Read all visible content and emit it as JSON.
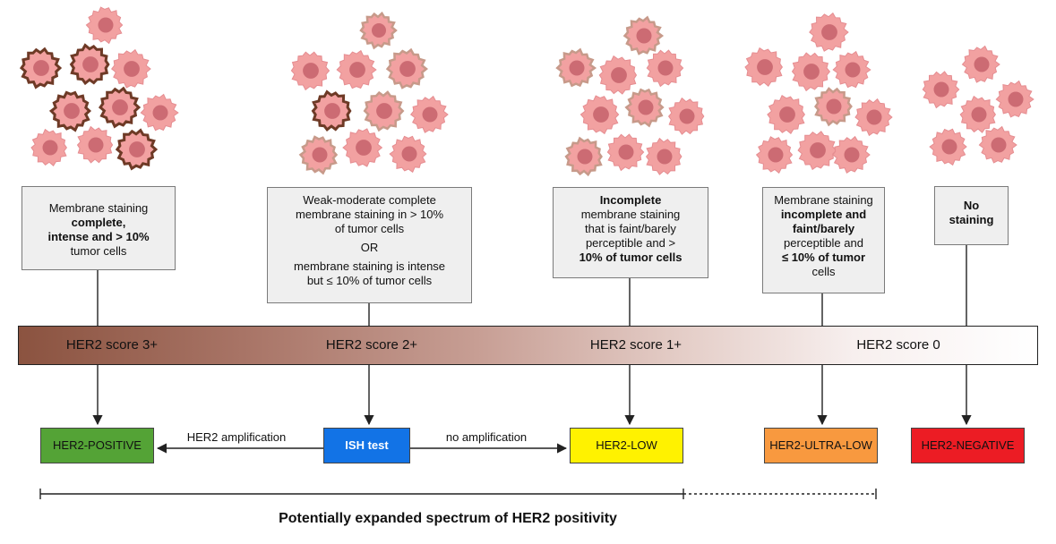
{
  "descriptions": {
    "score3": [
      "Membrane staining",
      "complete,",
      "intense and > 10%",
      "tumor cells"
    ],
    "score2": [
      "Weak-moderate complete",
      "membrane staining in > 10%",
      "of tumor cells",
      "OR",
      "membrane staining is intense",
      "but  ≤ 10% of tumor cells"
    ],
    "score1": [
      "Incomplete",
      "membrane staining",
      "that is faint/barely",
      "perceptible and  >",
      "10% of tumor cells"
    ],
    "ultra_low": [
      "Membrane staining",
      "incomplete and",
      "faint/barely",
      "perceptible and",
      "≤ 10% of tumor",
      "cells"
    ],
    "score0": [
      "No",
      "staining"
    ]
  },
  "scores": {
    "score3": "HER2 score 3+",
    "score2": "HER2 score 2+",
    "score1": "HER2 score 1+",
    "score0": "HER2 score 0"
  },
  "results": {
    "positive": {
      "label": "HER2-POSITIVE",
      "color": "#54a336"
    },
    "ish": {
      "label": "ISH test",
      "color": "#1273e6"
    },
    "low": {
      "label": "HER2-LOW",
      "color": "#fff200"
    },
    "ultra_low": {
      "label": "HER2-ULTRA-LOW",
      "color": "#f8993f"
    },
    "negative": {
      "label": "HER2-NEGATIVE",
      "color": "#ec1c24"
    }
  },
  "arrows": {
    "amplification": "HER2 amplification",
    "no_amplification": "no amplification"
  },
  "footer": "Potentially expanded spectrum of HER2 positivity",
  "colors": {
    "cell_fill": "#f2a1a1",
    "cell_nucleus": "#cc6b73",
    "stain_strong": "#6e3a26",
    "stain_faint": "#c79a8a"
  }
}
